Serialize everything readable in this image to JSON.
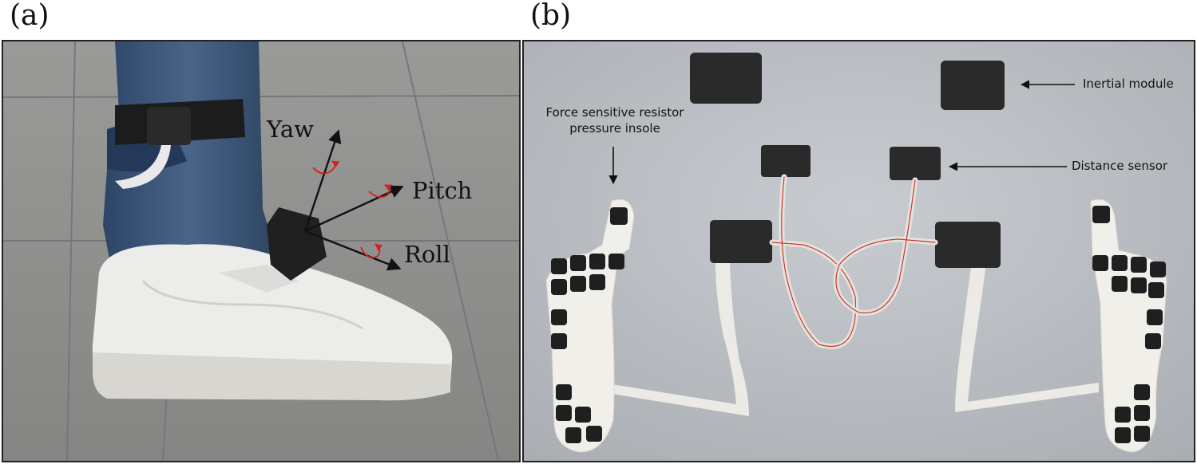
{
  "panel_a": {
    "label": "(a)",
    "axes": {
      "yaw": "Yaw",
      "pitch": "Pitch",
      "roll": "Roll"
    }
  },
  "panel_b": {
    "label": "(b)",
    "annotations": {
      "insole_line1": "Force sensitive resistor",
      "insole_line2": "pressure insole",
      "inertial": "Inertial module",
      "distance": "Distance sensor"
    }
  },
  "colors": {
    "arrow": "#111111",
    "rotation": "#d42020",
    "ribbon": "#c93a2a"
  }
}
